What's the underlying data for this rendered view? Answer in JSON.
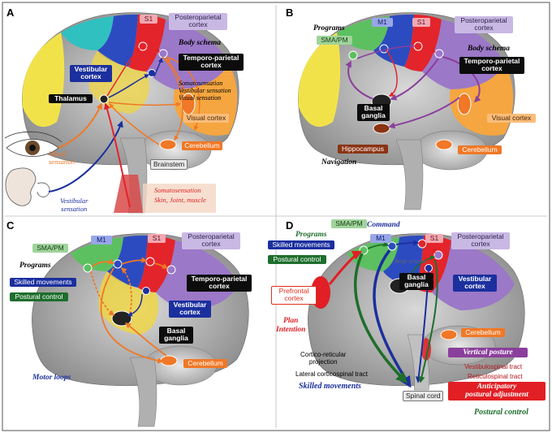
{
  "colors": {
    "sensory_arrow": "#f07826",
    "motor_arrow": "#1b2f9e",
    "body_schema_arrow": "#8b3f9c",
    "posture_arrow": "#1e6e2c",
    "plan_arrow": "#e11f24"
  },
  "panels": {
    "a": {
      "letter": "A",
      "boxes": {
        "s1": "S1",
        "posterior_parietal": "Posteroparietal\ncortex",
        "temporo_parietal": "Temporo-parietal\ncortex",
        "vestibular": "Vestibular\ncortex",
        "thalamus": "Thalamus",
        "visual_cortex": "Visual cortex",
        "cerebellum": "Cerebellum",
        "brainstem": "Brainstem"
      },
      "texts": {
        "body_schema": "Body schema",
        "sensations": "Somatosensation\nVestibular sensation\nVisual sensation",
        "visual_sensation": "Visual\nsensation",
        "vestibular_sensation": "Vestibular\nsensation",
        "somatosensation": "Somatosensation",
        "skin_joint_muscle": "Skin, Joint, muscle"
      }
    },
    "b": {
      "letter": "B",
      "boxes": {
        "m1": "M1",
        "s1": "S1",
        "posterior_parietal": "Posteroparietal\ncortex",
        "sma_pm": "SMA/PM",
        "temporo_parietal": "Temporo-parietal\ncortex",
        "basal_ganglia": "Basal\nganglia",
        "hippocampus": "Hippocampus",
        "visual_cortex": "Visual cortex",
        "cerebellum": "Cerebellum"
      },
      "texts": {
        "programs": "Programs",
        "body_schema": "Body schema",
        "navigation": "Navigation"
      }
    },
    "c": {
      "letter": "C",
      "boxes": {
        "sma_pm": "SMA/PM",
        "m1": "M1",
        "s1": "S1",
        "posterior_parietal": "Posteroparietal\ncortex",
        "skilled_movements": "Skilled movements",
        "postural_control": "Postural control",
        "temporo_parietal": "Temporo-parietal\ncortex",
        "vestibular": "Vestibular\ncortex",
        "basal_ganglia": "Basal\nganglia",
        "cerebellum": "Cerebellum"
      },
      "texts": {
        "programs": "Programs",
        "motor_loops": "Motor loops"
      }
    },
    "d": {
      "letter": "D",
      "boxes": {
        "sma_pm": "SMA/PM",
        "m1": "M1",
        "s1": "S1",
        "posterior_parietal": "Posteroparietal\ncortex",
        "skilled_movements": "Skilled movements",
        "postural_control": "Postural control",
        "prefrontal": "Prefrontal\ncortex",
        "vestibular": "Vestibular\ncortex",
        "basal_ganglia": "Basal\nganglia",
        "cerebellum": "Cerebellum",
        "vertical_posture": "Vertical posture",
        "spinal_cord": "Spinal cord",
        "anticipatory": "Anticipatory\npostural adjustment"
      },
      "texts": {
        "command": "Command",
        "programs": "Programs",
        "body_schema": "Body schema",
        "plan_intention": "Plan\nIntention",
        "cortico_reticular": "Cortico-reticular\nprojection",
        "lateral_corticospinal": "Lateral corticospinal tract",
        "vestibulospinal": "Vestibulospinal tract",
        "reticulospinal": "Reticulospinal tract",
        "skilled_movements_caption": "Skilled movements",
        "postural_control_caption": "Postural control"
      }
    }
  }
}
